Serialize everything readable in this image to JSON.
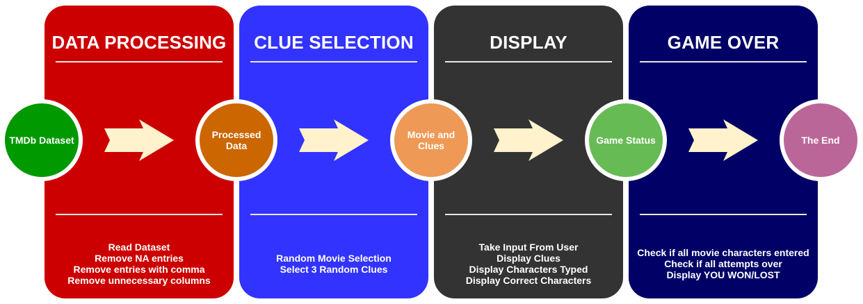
{
  "colors": {
    "panel_data_processing": "#cc0000",
    "panel_clue_selection": "#3333ff",
    "panel_display": "#333333",
    "panel_game_over": "#000066",
    "node_tmdb": "#009900",
    "node_processed": "#cc6600",
    "node_movie": "#ee9955",
    "node_status": "#66bb55",
    "node_end": "#bb6699",
    "arrow_fill": "#fff2cc"
  },
  "panels": [
    {
      "title": "DATA PROCESSING",
      "lines": [
        "Read Dataset",
        "Remove NA entries",
        "Remove entries with comma",
        "Remove unnecessary columns"
      ]
    },
    {
      "title": "CLUE SELECTION",
      "lines": [
        "Random Movie Selection",
        "Select 3 Random Clues"
      ]
    },
    {
      "title": "DISPLAY",
      "lines": [
        "Take Input From User",
        "Display Clues",
        "Display Characters Typed",
        "Display Correct Characters"
      ]
    },
    {
      "title": "GAME OVER",
      "lines": [
        "Check if all movie characters entered",
        "Check if all attempts over",
        "Display YOU WON/LOST"
      ]
    }
  ],
  "nodes": [
    {
      "label": "TMDb Dataset"
    },
    {
      "label": "Processed Data"
    },
    {
      "label": "Movie and Clues"
    },
    {
      "label": "Game Status"
    },
    {
      "label": "The End"
    }
  ],
  "arrows": [
    {
      "icon": "right-arrow-icon"
    },
    {
      "icon": "right-arrow-icon"
    },
    {
      "icon": "right-arrow-icon"
    },
    {
      "icon": "right-arrow-icon"
    }
  ]
}
